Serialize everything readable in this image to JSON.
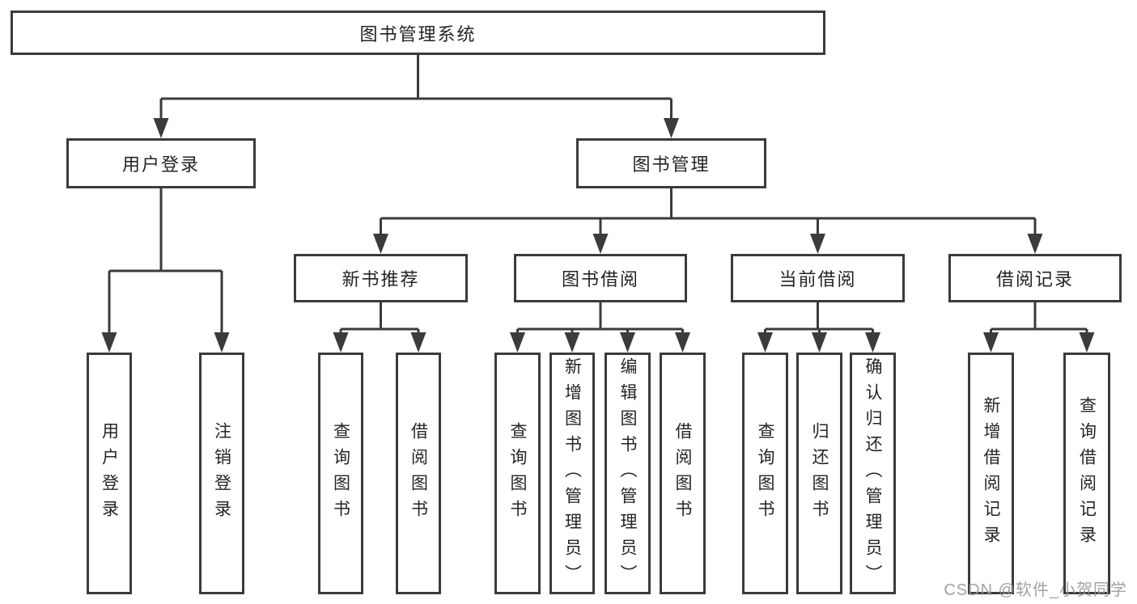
{
  "nodes": {
    "root": {
      "label": "图书管理系统"
    },
    "branches": [
      {
        "label": "用户登录",
        "children": [
          {
            "label": "用户登录"
          },
          {
            "label": "注销登录"
          }
        ]
      },
      {
        "label": "图书管理",
        "children": [
          {
            "label": "新书推荐",
            "children": [
              {
                "label": "查询图书"
              },
              {
                "label": "借阅图书"
              }
            ]
          },
          {
            "label": "图书借阅",
            "children": [
              {
                "label": "查询图书"
              },
              {
                "label": "新增图书（管理员）"
              },
              {
                "label": "编辑图书（管理员）"
              },
              {
                "label": "借阅图书"
              }
            ]
          },
          {
            "label": "当前借阅",
            "children": [
              {
                "label": "查询图书"
              },
              {
                "label": "归还图书"
              },
              {
                "label": "确认归还（管理员）"
              }
            ]
          },
          {
            "label": "借阅记录",
            "children": [
              {
                "label": "新增借阅记录"
              },
              {
                "label": "查询借阅记录"
              }
            ]
          }
        ]
      }
    ]
  },
  "watermark": {
    "text": "CSDN @软件_小贺同学"
  },
  "colors": {
    "line": "#3b3b3b",
    "border": "#3b3b3b",
    "text": "#242424",
    "watermark": "#98989c",
    "background": "#ffffff"
  }
}
